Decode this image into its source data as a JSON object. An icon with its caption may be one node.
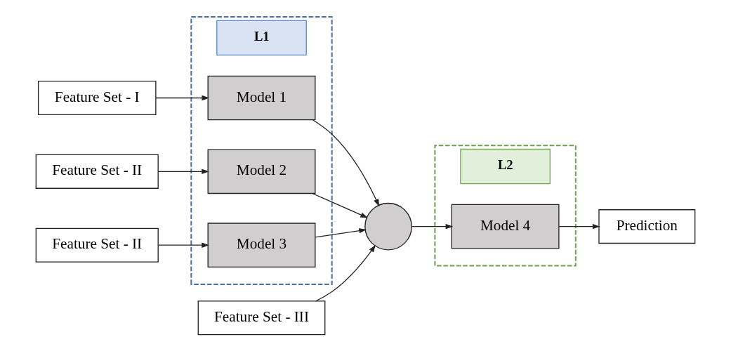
{
  "diagram": {
    "nodes": [
      {
        "text": [
          "Feature Set - I"
        ]
      },
      {
        "text": [
          "Feature Set - II"
        ]
      },
      {
        "text": [
          "Feature Set - II"
        ]
      },
      {
        "text": [
          "L1"
        ]
      },
      {
        "text": [
          "Model 1"
        ],
        "in": 3
      },
      {
        "text": [
          "Model 2"
        ],
        "in": 3
      },
      {
        "text": [
          "Model 3"
        ],
        "in": 3
      },
      {
        "text": [],
        "shape": "circle"
      },
      {
        "text": [
          "Feature Set - III"
        ]
      },
      {
        "text": [
          "L2"
        ]
      },
      {
        "text": [
          "Model 4"
        ],
        "in": 9
      },
      {
        "text": [
          "Prediction"
        ]
      }
    ],
    "edges": [
      {
        "from": 0,
        "to": 4,
        "arrow": "to"
      },
      {
        "from": 1,
        "to": 5,
        "arrow": "to"
      },
      {
        "from": 2,
        "to": 6,
        "arrow": "to"
      },
      {
        "from": 4,
        "to": 7,
        "arrow": "to"
      },
      {
        "from": 5,
        "to": 7,
        "arrow": "to"
      },
      {
        "from": 6,
        "to": 7,
        "arrow": "to"
      },
      {
        "from": 8,
        "to": 7,
        "arrow": "to"
      },
      {
        "from": 7,
        "to": 10,
        "arrow": "to"
      },
      {
        "from": 10,
        "to": 11,
        "arrow": "to"
      }
    ]
  }
}
